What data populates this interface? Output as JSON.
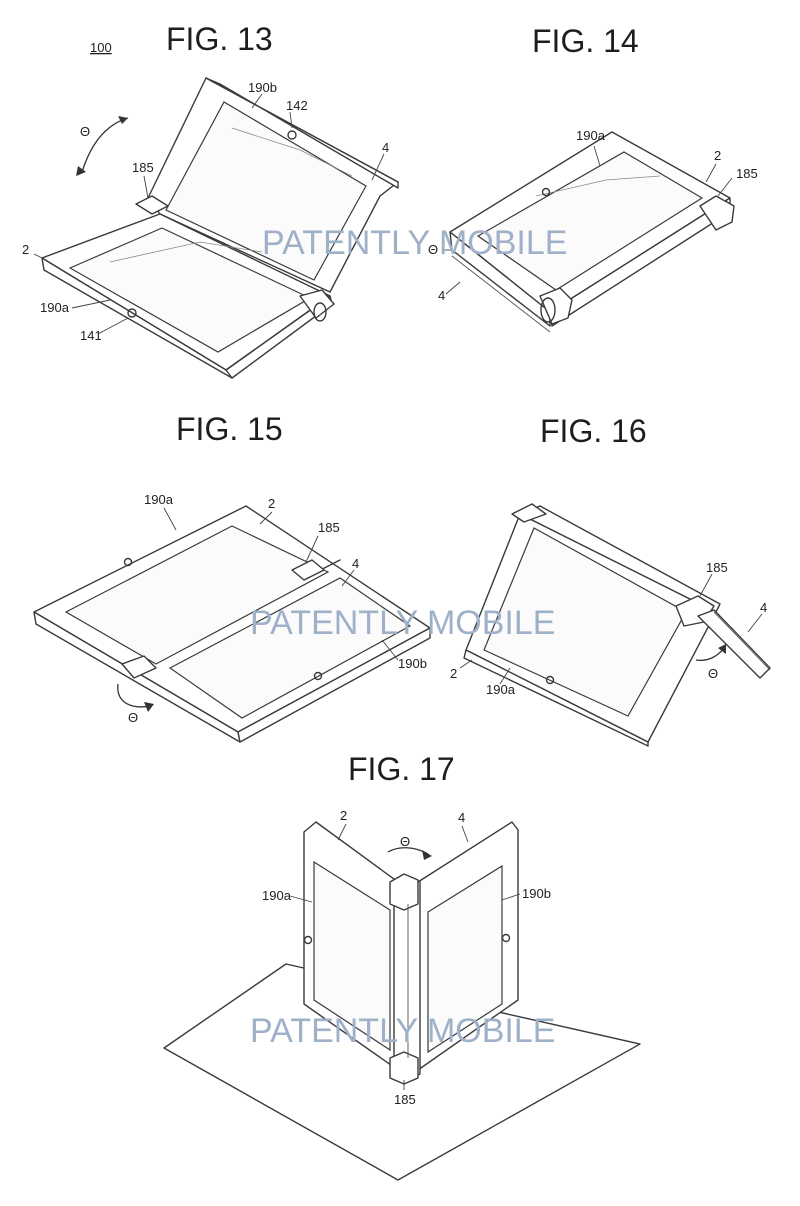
{
  "sheet_number": "100",
  "figures": [
    {
      "title": "FIG. 13"
    },
    {
      "title": "FIG. 14"
    },
    {
      "title": "FIG. 15"
    },
    {
      "title": "FIG. 16"
    },
    {
      "title": "FIG. 17"
    }
  ],
  "labels": {
    "fig13": {
      "theta": "Θ",
      "screen_top": "190b",
      "camera_top": "142",
      "body_top": "4",
      "hinge": "185",
      "body_bottom": "2",
      "screen_bottom": "190a",
      "camera_bottom": "141"
    },
    "fig14": {
      "screen": "190a",
      "body_top": "2",
      "hinge": "185",
      "theta": "Θ",
      "body_bottom": "4"
    },
    "fig15": {
      "screen_left": "190a",
      "body_left": "2",
      "hinge": "185",
      "body_right": "4",
      "screen_right": "190b",
      "theta": "Θ"
    },
    "fig16": {
      "hinge": "185",
      "stand": "4",
      "body": "2",
      "screen": "190a",
      "theta": "Θ"
    },
    "fig17": {
      "body_left": "2",
      "theta": "Θ",
      "body_right": "4",
      "screen_left": "190a",
      "screen_right": "190b",
      "hinge": "185"
    }
  },
  "watermark": "PATENTLY MOBILE",
  "colors": {
    "line": "#3a3a3a",
    "watermark": "#9fb1c9",
    "background": "#ffffff"
  }
}
